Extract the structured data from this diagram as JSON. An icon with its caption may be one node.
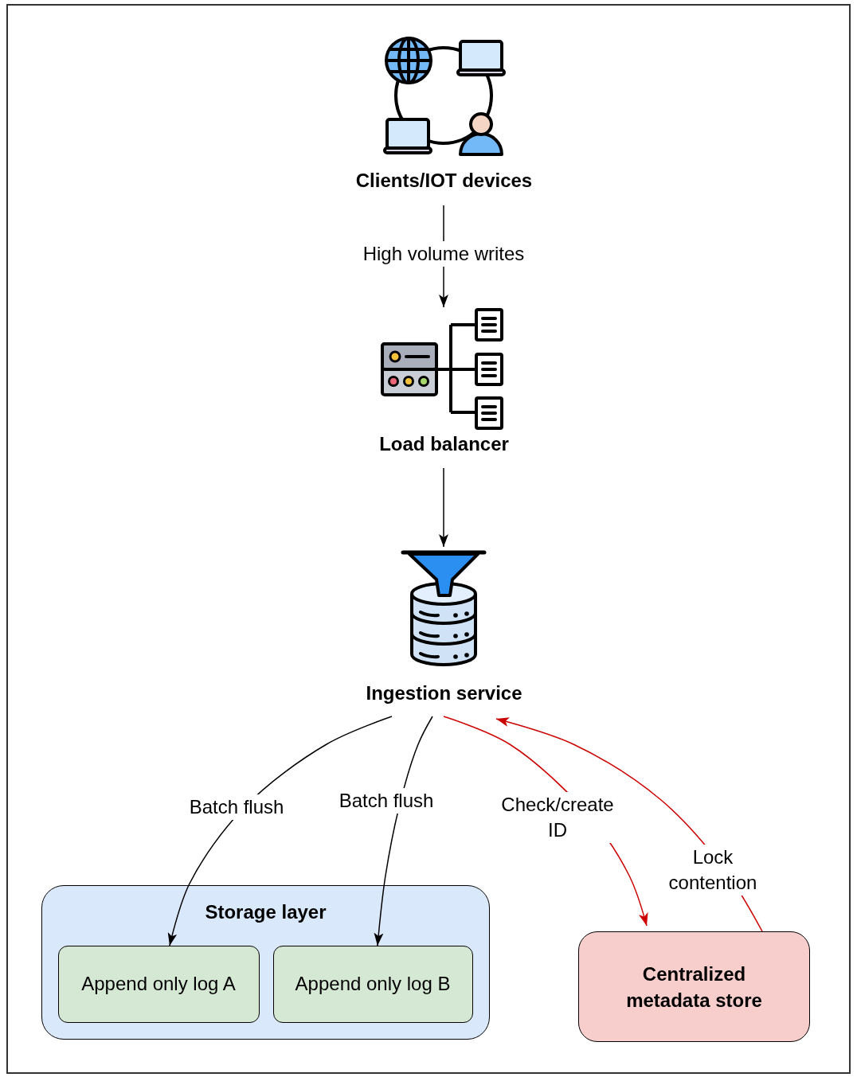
{
  "diagram": {
    "nodes": [
      {
        "text": [
          "Clients/IOT devices"
        ]
      },
      {
        "text": [
          "Load balancer"
        ]
      },
      {
        "text": [
          "Ingestion service"
        ]
      },
      {
        "text": [
          "Storage layer"
        ]
      },
      {
        "text": [
          "Append only log A"
        ],
        "in": 3
      },
      {
        "text": [
          "Append only log B"
        ],
        "in": 3
      },
      {
        "text": [
          "Centralized metadata store"
        ]
      }
    ],
    "edges": [
      {
        "from": 0,
        "to": 1,
        "arrow": "to",
        "label": "High volume writes"
      },
      {
        "from": 1,
        "to": 2,
        "arrow": "to"
      },
      {
        "from": 2,
        "to": 4,
        "arrow": "to",
        "label": "Batch flush"
      },
      {
        "from": 2,
        "to": 5,
        "arrow": "to",
        "label": "Batch flush"
      },
      {
        "from": 2,
        "to": 6,
        "arrow": "to",
        "label": "Check/create ID",
        "color": "#cc0000"
      },
      {
        "from": 6,
        "to": 2,
        "arrow": "to",
        "label": "Lock contention",
        "color": "#cc0000"
      }
    ]
  }
}
